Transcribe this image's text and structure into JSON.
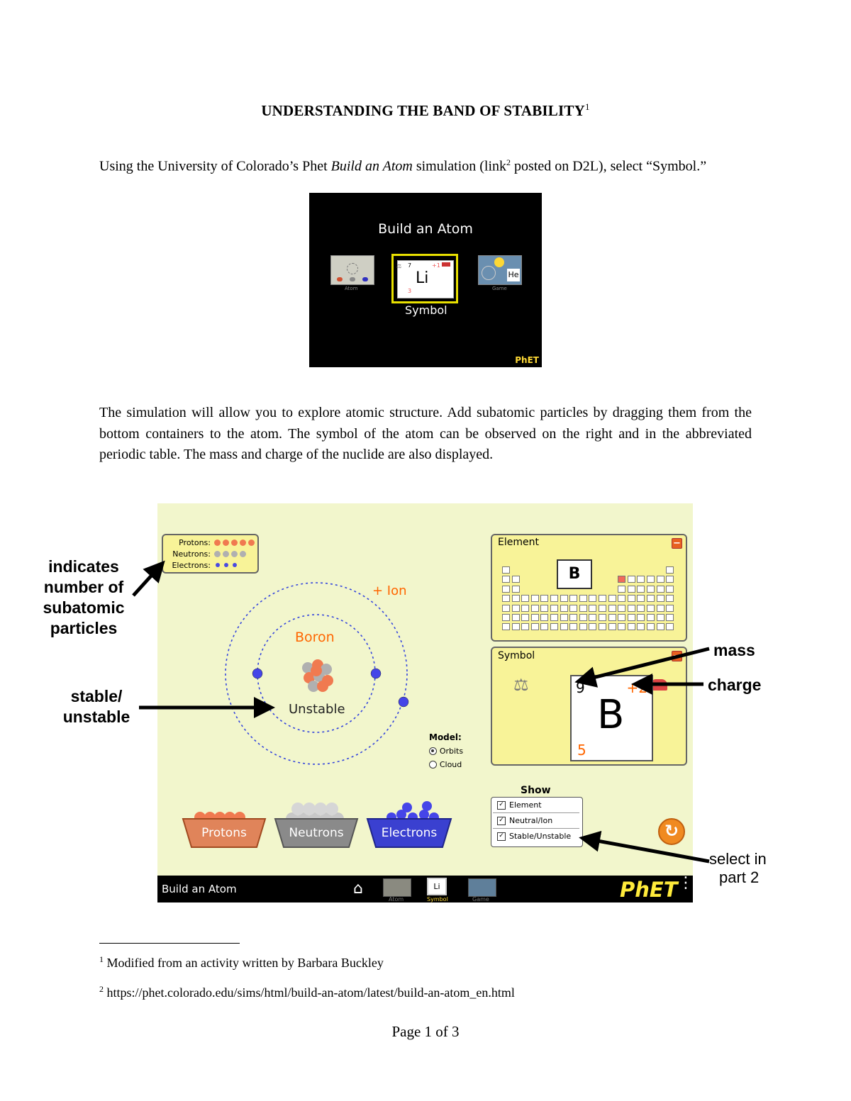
{
  "doc": {
    "title": "UNDERSTANDING THE BAND OF STABILITY",
    "title_fn": "1",
    "p1_a": "Using the University of Colorado’s Phet ",
    "p1_italic": "Build an Atom",
    "p1_b": " simulation (link",
    "p1_fn": "2",
    "p1_c": " posted on D2L), select “Symbol.”",
    "p2": "The simulation will allow you to explore atomic structure. Add subatomic particles by dragging them from the bottom containers to the atom. The symbol of the atom can be observed on the right and in the abbreviated periodic table. The mass and charge of the nuclide are also displayed.",
    "fn1_num": "1",
    "fn1": " Modified from an activity written by Barbara Buckley",
    "fn2_num": "2",
    "fn2": " https://phet.colorado.edu/sims/html/build-an-atom/latest/build-an-atom_en.html",
    "page": "Page 1 of 3"
  },
  "menu": {
    "title": "Build an Atom",
    "atom_label": "Atom",
    "symbol_label": "Symbol",
    "game_label": "Game",
    "li_mass": "7",
    "li_charge": "+1",
    "li_symbol": "Li",
    "li_number": "3",
    "he_symbol": "He",
    "logo": "PhET"
  },
  "sim": {
    "counts": {
      "protons": "Protons:",
      "neutrons": "Neutrons:",
      "electrons": "Electrons:"
    },
    "ion_label": "+ Ion",
    "element_name": "Boron",
    "stability": "Unstable",
    "element_panel": {
      "title": "Element",
      "symbol": "B"
    },
    "symbol_panel": {
      "title": "Symbol",
      "mass": "9",
      "charge": "+2",
      "symbol": "B",
      "number": "5"
    },
    "model": {
      "title": "Model:",
      "options": [
        "Orbits",
        "Cloud"
      ]
    },
    "show": {
      "title": "Show",
      "items": [
        "Element",
        "Neutral/Ion",
        "Stable/Unstable"
      ]
    },
    "buckets": [
      "Protons",
      "Neutrons",
      "Electrons"
    ],
    "bottom_bar": {
      "title": "Build an Atom",
      "tabs": [
        "Atom",
        "Symbol",
        "Game"
      ],
      "logo": "PhET"
    }
  },
  "annotations": {
    "subatomic": [
      "indicates",
      "number of",
      "subatomic",
      "particles"
    ],
    "stable": [
      "stable/",
      "unstable"
    ],
    "mass": "mass",
    "charge": "charge",
    "select": [
      "select in",
      "part 2"
    ]
  },
  "colors": {
    "sim_bg": "#f2f6cc",
    "panel": "#f8f398",
    "proton": "#f07a50",
    "neutron": "#b0b0b0",
    "electron": "#4a4ae0",
    "accent": "#ff6600"
  }
}
